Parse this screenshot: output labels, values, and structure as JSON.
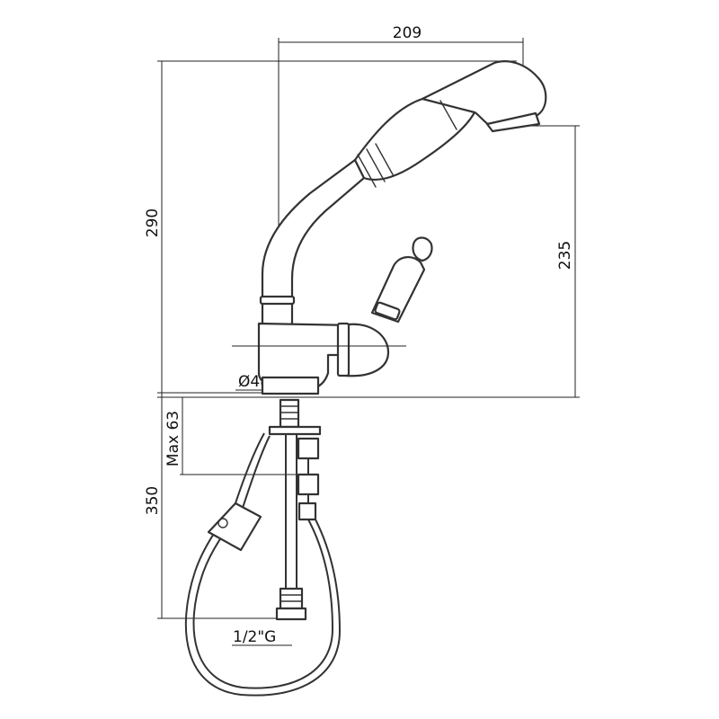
{
  "drawing": {
    "stroke_color": "#333333",
    "background": "#ffffff"
  },
  "dimensions": {
    "width_top": "209",
    "height_total": "290",
    "spout_height": "235",
    "base_diameter": "Ø48",
    "max_thickness": "Max 63",
    "hose_length": "350",
    "connection": "1/2\"G"
  }
}
